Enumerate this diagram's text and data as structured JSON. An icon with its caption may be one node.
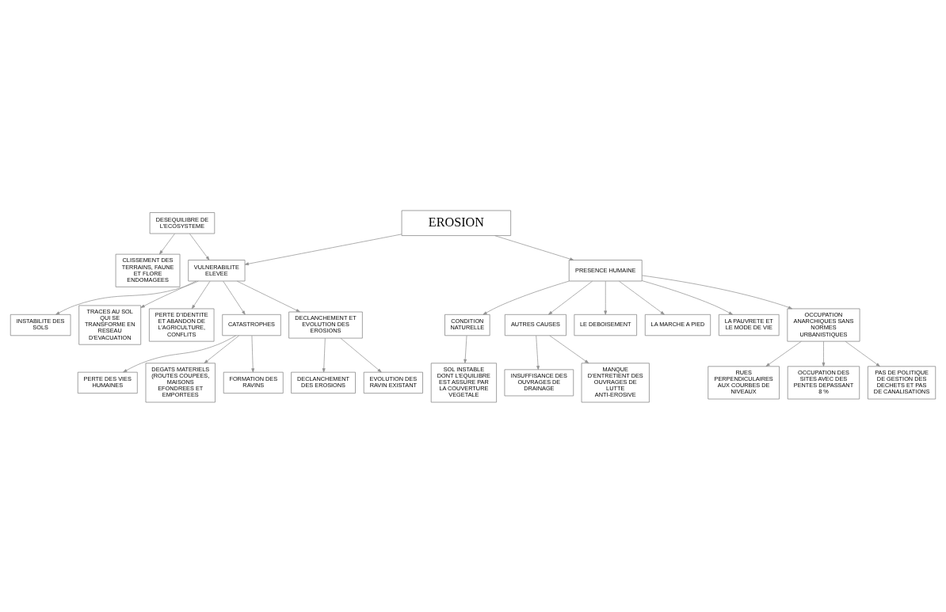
{
  "diagram": {
    "nodes": [
      {
        "text": [
          "CLISSEMENT DES TERRAINS, FAUNE ET FLORE ENDOMAGEES"
        ]
      },
      {
        "text": [
          "INSTABILITE DES SOLS"
        ]
      },
      {
        "text": [
          "TRACES AU SOL QUI SE TRANSFORME EN RESEAU D’EVACUATION"
        ]
      },
      {
        "text": [
          "PERTE D’IDENTITE ET ABANDON DE L’AGRICULTURE, CONFLITS"
        ]
      },
      {
        "text": [
          "CATASTROPHES"
        ]
      },
      {
        "text": [
          "PERTE DES VIES HUMAINES"
        ]
      },
      {
        "text": [
          "DEGATS MATERIELS (ROUTES COUPEES, MAISONS EFONDREES ET EMPORTEES"
        ]
      },
      {
        "text": [
          "FORMATION DES RAVINS"
        ]
      },
      {
        "text": [
          "DECLANCHEMENT DES EROSIONS"
        ]
      },
      {
        "text": [
          "EVOLUTION DES RAVIN EXISTANT"
        ]
      },
      {
        "text": [
          "DESEQUILIBRE DE L’ECOSYSTEME"
        ]
      },
      {
        "text": [
          "VULNERABILITE ELEVEE"
        ]
      },
      {
        "text": [
          "DECLANCHEMENT ET EVOLUTION DES EROSIONS"
        ]
      },
      {
        "text": [
          "EROSION"
        ]
      },
      {
        "text": [
          "CONDITION NATURELLE"
        ]
      },
      {
        "text": [
          "PRESENCE HUMAINE"
        ]
      },
      {
        "text": [
          "AUTRES CAUSES"
        ]
      },
      {
        "text": [
          "SOL INSTABLE DONT L’EQUILIBRE EST ASSURE PAR LA COUVERTURE VEGETALE"
        ]
      },
      {
        "text": [
          "LE DEBOISEMENT"
        ]
      },
      {
        "text": [
          "LA MARCHE A PIED"
        ]
      },
      {
        "text": [
          "LA PAUVRETE ET LE MODE DE VIE"
        ]
      },
      {
        "text": [
          "OCCUPATION ANARCHIQUES SANS NORMES URBANISTIQUES"
        ]
      },
      {
        "text": [
          "RUES PERPENDICULAIRES AUX COURBES DE NIVEAUX"
        ]
      },
      {
        "text": [
          "OCCUPATION DES SITES AVEC DES PENTES DEPASSANT 8 %"
        ]
      },
      {
        "text": [
          "PAS DE POLITIQUE DE GESTION DES DECHETS ET PAS DE CANALISATIONS"
        ]
      },
      {
        "text": [
          "INSUFFISANCE DES OUVRAGES DE DRAINAGE"
        ]
      },
      {
        "text": [
          "MANQUE D’ENTRETIENT DES OUVRAGES DE LUTTE ANTI-EROSIVE"
        ]
      }
    ],
    "edges": [
      {
        "from": 10,
        "to": 0,
        "arrow": "to"
      },
      {
        "from": 10,
        "to": 11,
        "arrow": "to"
      },
      {
        "from": 11,
        "to": 1,
        "arrow": "to"
      },
      {
        "from": 11,
        "to": 2,
        "arrow": "to"
      },
      {
        "from": 11,
        "to": 3,
        "arrow": "to"
      },
      {
        "from": 11,
        "to": 4,
        "arrow": "to"
      },
      {
        "from": 4,
        "to": 5,
        "arrow": "to"
      },
      {
        "from": 4,
        "to": 6,
        "arrow": "to"
      },
      {
        "from": 4,
        "to": 7,
        "arrow": "to"
      },
      {
        "from": 11,
        "to": 12,
        "arrow": "to"
      },
      {
        "from": 12,
        "to": 8,
        "arrow": "to"
      },
      {
        "from": 12,
        "to": 9,
        "arrow": "to"
      },
      {
        "from": 13,
        "to": 11,
        "arrow": "to"
      },
      {
        "from": 13,
        "to": 15,
        "arrow": "to"
      },
      {
        "from": 15,
        "to": 14,
        "arrow": "to"
      },
      {
        "from": 14,
        "to": 17,
        "arrow": "to"
      },
      {
        "from": 15,
        "to": 18,
        "arrow": "to"
      },
      {
        "from": 15,
        "to": 19,
        "arrow": "to"
      },
      {
        "from": 15,
        "to": 20,
        "arrow": "to"
      },
      {
        "from": 15,
        "to": 21,
        "arrow": "to"
      },
      {
        "from": 21,
        "to": 22,
        "arrow": "to"
      },
      {
        "from": 21,
        "to": 23,
        "arrow": "to"
      },
      {
        "from": 21,
        "to": 24,
        "arrow": "to"
      },
      {
        "from": 15,
        "to": 16,
        "arrow": "to"
      },
      {
        "from": 16,
        "to": 25,
        "arrow": "to"
      },
      {
        "from": 16,
        "to": 26,
        "arrow": "to"
      }
    ]
  }
}
